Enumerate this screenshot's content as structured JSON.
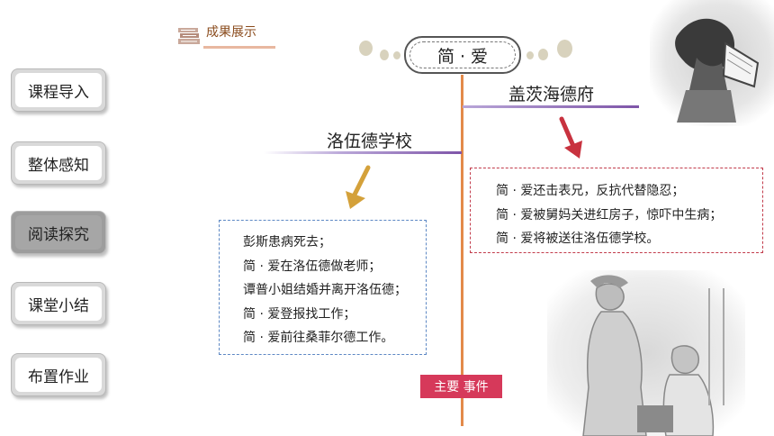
{
  "header": {
    "section_label": "成果展示"
  },
  "nav": {
    "items": [
      {
        "label": "课程导入"
      },
      {
        "label": "整体感知"
      },
      {
        "label": "阅读探究"
      },
      {
        "label": "课堂小结"
      },
      {
        "label": "布置作业"
      }
    ]
  },
  "title": "简 · 爱",
  "branches": {
    "right_label": "盖茨海德府",
    "left_label": "洛伍德学校"
  },
  "events_right": [
    "简 · 爱还击表兄，反抗代替隐忍；",
    "简 · 爱被舅妈关进红房子，惊吓中生病；",
    "简 · 爱将被送往洛伍德学校。"
  ],
  "events_left": [
    "彭斯患病死去；",
    "简 · 爱在洛伍德做老师；",
    "谭普小姐结婚并离开洛伍德；",
    "简 · 爱登报找工作；",
    "简 · 爱前往桑菲尔德工作。"
  ],
  "main_events_tag": "主要  事件",
  "colors": {
    "timeline": "#e38a4a",
    "tag": "#d6395a",
    "left_box_border": "#5d88c4",
    "right_box_border": "#c23b4b",
    "left_arrow": "#d4a13a",
    "right_arrow": "#c8323f"
  }
}
